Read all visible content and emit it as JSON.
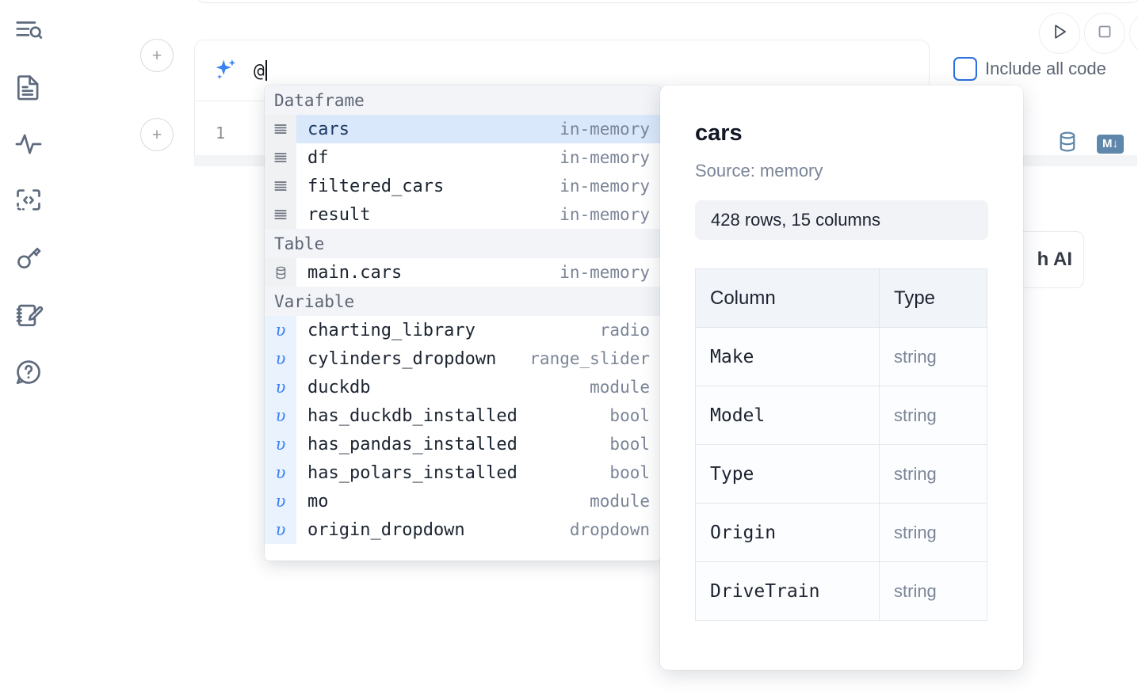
{
  "sidebar": {
    "items": [
      {
        "name": "outline-search-icon",
        "label": "Outline search"
      },
      {
        "name": "document-icon",
        "label": "Notebook file"
      },
      {
        "name": "activity-icon",
        "label": "Activity"
      },
      {
        "name": "code-snippet-icon",
        "label": "Snippets"
      },
      {
        "name": "key-icon",
        "label": "Secrets"
      },
      {
        "name": "scratchpad-icon",
        "label": "Scratchpad"
      },
      {
        "name": "help-chat-icon",
        "label": "Help"
      }
    ]
  },
  "toolbar": {
    "add_cell_label": "+",
    "run_label": "Run",
    "stop_label": "Stop",
    "include_all_code_label": "Include all code",
    "include_all_code_checked": false,
    "markdown_badge": "M",
    "ai_button_label": "h AI"
  },
  "ai_cell": {
    "prompt_value": "@",
    "sparkle_icon": "sparkle-icon"
  },
  "code_cell": {
    "line_number": "1"
  },
  "autocomplete": {
    "groups": [
      {
        "label": "Dataframe",
        "icon": "dataframe-icon",
        "kind": "dataframe",
        "items": [
          {
            "name": "cars",
            "type": "in-memory",
            "selected": true
          },
          {
            "name": "df",
            "type": "in-memory",
            "selected": false
          },
          {
            "name": "filtered_cars",
            "type": "in-memory",
            "selected": false
          },
          {
            "name": "result",
            "type": "in-memory",
            "selected": false
          }
        ]
      },
      {
        "label": "Table",
        "icon": "database-icon",
        "kind": "table",
        "items": [
          {
            "name": "main.cars",
            "type": "in-memory",
            "selected": false
          }
        ]
      },
      {
        "label": "Variable",
        "icon": "variable-icon",
        "kind": "variable",
        "items": [
          {
            "name": "charting_library",
            "type": "radio",
            "selected": false
          },
          {
            "name": "cylinders_dropdown",
            "type": "range_slider",
            "selected": false
          },
          {
            "name": "duckdb",
            "type": "module",
            "selected": false
          },
          {
            "name": "has_duckdb_installed",
            "type": "bool",
            "selected": false
          },
          {
            "name": "has_pandas_installed",
            "type": "bool",
            "selected": false
          },
          {
            "name": "has_polars_installed",
            "type": "bool",
            "selected": false
          },
          {
            "name": "mo",
            "type": "module",
            "selected": false
          },
          {
            "name": "origin_dropdown",
            "type": "dropdown",
            "selected": false
          }
        ]
      }
    ]
  },
  "detail": {
    "title": "cars",
    "source": "Source: memory",
    "shape": "428 rows, 15 columns",
    "table": {
      "headers": [
        "Column",
        "Type"
      ],
      "rows": [
        {
          "column": "Make",
          "type": "string"
        },
        {
          "column": "Model",
          "type": "string"
        },
        {
          "column": "Type",
          "type": "string"
        },
        {
          "column": "Origin",
          "type": "string"
        },
        {
          "column": "DriveTrain",
          "type": "string"
        }
      ]
    }
  },
  "colors": {
    "accent_blue": "#2b6fe0",
    "selected_row": "#d9e8fb",
    "group_header_bg": "#f2f4f7",
    "muted_text": "#7b8597",
    "icon_slate": "#5e6a7d"
  }
}
